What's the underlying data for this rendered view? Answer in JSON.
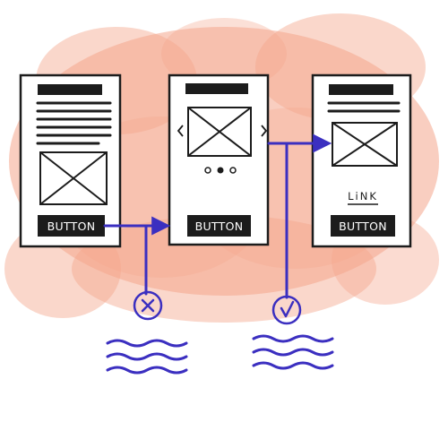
{
  "screens": [
    {
      "id": "screen-1",
      "button_label": "BUTTON"
    },
    {
      "id": "screen-2",
      "button_label": "BUTTON"
    },
    {
      "id": "screen-3",
      "button_label": "BUTTON",
      "link_label": "LiNK"
    }
  ],
  "outcomes": [
    {
      "from": "screen-1",
      "symbol": "✕",
      "meaning": "rejected"
    },
    {
      "from": "screen-2",
      "symbol": "✓",
      "meaning": "approved"
    }
  ],
  "colors": {
    "ink": "#1c1c1c",
    "pen": "#3b2fc0",
    "wash": "#f4a68c",
    "paper": "#ffffff"
  },
  "icons": [
    "x-mark-icon",
    "check-mark-icon",
    "carousel-left-chevron-icon",
    "carousel-right-chevron-icon"
  ]
}
